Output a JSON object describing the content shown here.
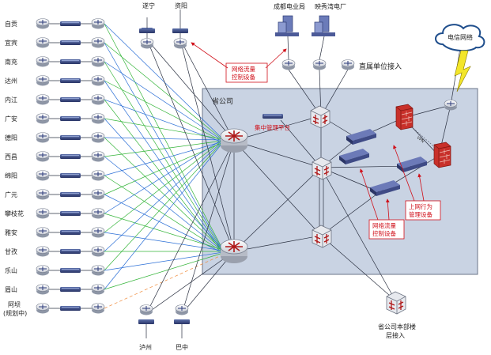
{
  "cities": [
    "自贡",
    "宜宾",
    "南充",
    "达州",
    "内江",
    "广安",
    "德阳",
    "西昌",
    "绵阳",
    "广元",
    "攀枝花",
    "雅安",
    "甘孜",
    "乐山",
    "眉山"
  ],
  "aba": {
    "line1": "阿坝",
    "line2": "(规划中)"
  },
  "top_branches": [
    "遂宁",
    "资阳"
  ],
  "bottom_branches": [
    "泸州",
    "巴中"
  ],
  "direct_units": [
    "成都电业局",
    "映秀湾电厂"
  ],
  "direct_access_label": "直属单位接入",
  "province_label": "省公司",
  "management_platform": "集中管理平台",
  "callout_traffic_top": {
    "line1": "网络流量",
    "line2": "控制设备"
  },
  "callout_traffic_bottom": {
    "line1": "网络流量",
    "line2": "控制设备"
  },
  "callout_behavior": {
    "line1": "上网行为",
    "line2": "管理设备"
  },
  "telecom_cloud": "电信网络",
  "floor_access": {
    "line1": "省公司本部楼",
    "line2": "层接入"
  },
  "vpn_label": "VPN",
  "colors": {
    "blue_link": "#2b6fd6",
    "green_link": "#35b53a",
    "orange_link": "#f08a3a",
    "red": "#d0101a",
    "province_bg": "#c9d3e3",
    "firewall": "#c8302a"
  }
}
